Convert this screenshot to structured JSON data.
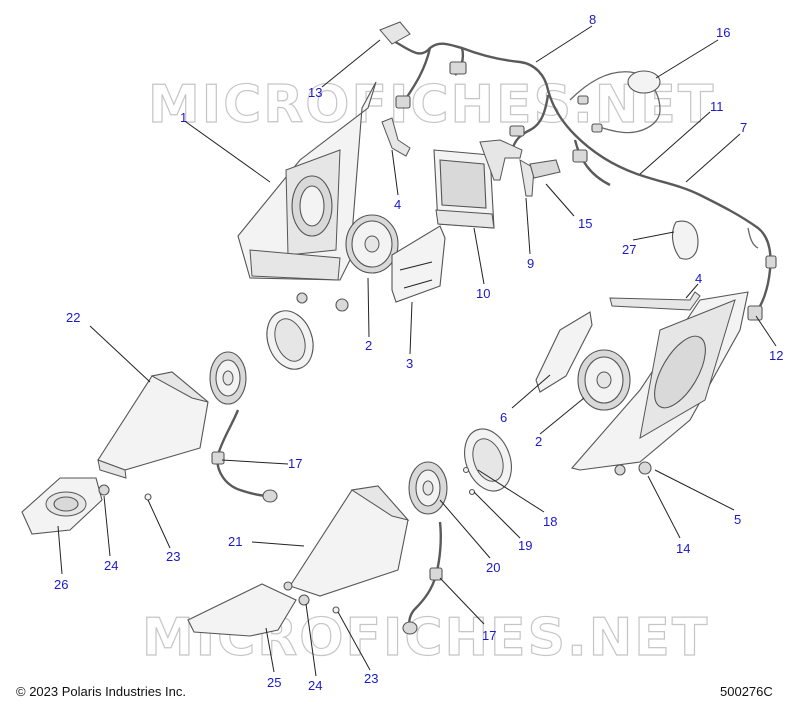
{
  "watermark": "MICROFICHES.NET",
  "callouts": {
    "c1": "1",
    "c2a": "2",
    "c2b": "2",
    "c3": "3",
    "c4a": "4",
    "c4b": "4",
    "c5": "5",
    "c6": "6",
    "c7": "7",
    "c8": "8",
    "c9": "9",
    "c10": "10",
    "c11": "11",
    "c12": "12",
    "c13": "13",
    "c14": "14",
    "c15": "15",
    "c16": "16",
    "c17a": "17",
    "c17b": "17",
    "c18": "18",
    "c19": "19",
    "c20": "20",
    "c21": "21",
    "c22": "22",
    "c23a": "23",
    "c23b": "23",
    "c24a": "24",
    "c24b": "24",
    "c25": "25",
    "c26": "26",
    "c27": "27"
  },
  "footer": {
    "copyright": "© 2023 Polaris Industries Inc.",
    "reference": "500276C"
  }
}
